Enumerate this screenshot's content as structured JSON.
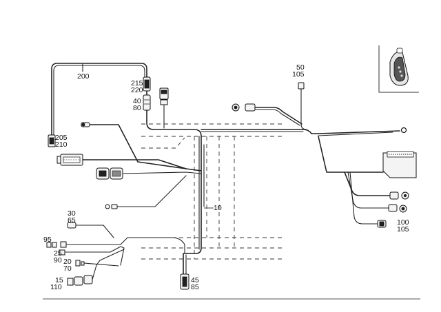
{
  "labels": {
    "l200": "200",
    "l215": "215",
    "l220": "220",
    "l40": "40",
    "l80": "80",
    "l50": "50",
    "l105a": "105",
    "l205": "205",
    "l210": "210",
    "l10": "10",
    "l30": "30",
    "l65": "65",
    "l95": "95",
    "l25": "25",
    "l90": "90",
    "l20": "20",
    "l70": "70",
    "l15": "15",
    "l110": "110",
    "l45": "45",
    "l85": "85",
    "l100": "100",
    "l105b": "105"
  }
}
